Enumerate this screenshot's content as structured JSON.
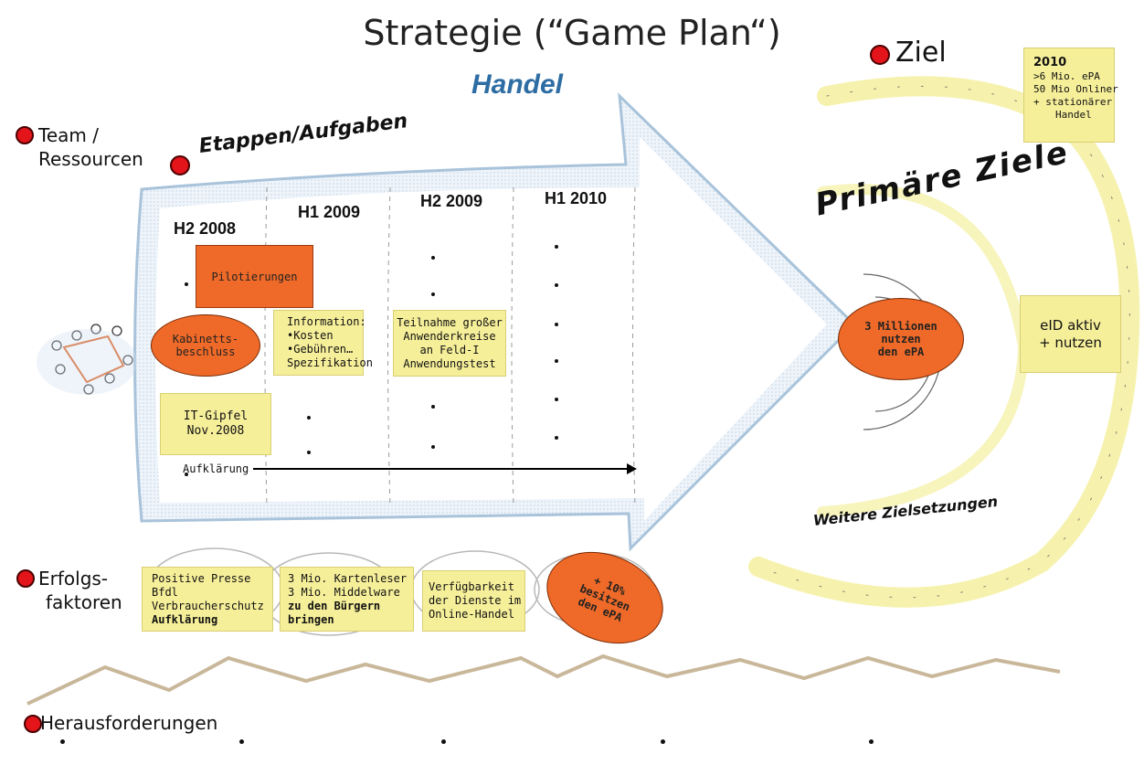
{
  "title": "Strategie (“Game Plan“)",
  "subtitle": "Handel",
  "left_labels": {
    "team": [
      "Team /",
      "Ressourcen"
    ],
    "erfolg": [
      "Erfolgs-",
      "faktoren"
    ],
    "heraus": "Herausforderungen"
  },
  "etappen": "Etappen/Aufgaben",
  "ziel": {
    "label": "Ziel",
    "primary": "Primäre Ziele",
    "weitere": "Weitere Zielsetzungen"
  },
  "stages": [
    "H2 2008",
    "H1 2009",
    "H2 2009",
    "H1 2010"
  ],
  "items": {
    "pilotierungen": "Pilotierungen",
    "kabinett": [
      "Kabinetts-",
      "beschluss"
    ],
    "information": [
      "Information:",
      "•Kosten",
      "•Gebühren…",
      "Spezifikation"
    ],
    "teilnahme": [
      "Teilnahme großer",
      "Anwenderkreise",
      "an Feld-I",
      "Anwendungstest"
    ],
    "itgipfel": [
      "IT-Gipfel",
      "Nov.2008"
    ],
    "aufklaerung": "Aufklärung"
  },
  "target_center": [
    "3 Millionen",
    "nutzen",
    "den ePA"
  ],
  "goal_2010": {
    "year": "2010",
    "lines": [
      ">6 Mio. ePA",
      "50 Mio Onliner",
      "+ stationärer",
      "Handel"
    ]
  },
  "eid": [
    "eID aktiv",
    "+ nutzen"
  ],
  "success_factors": {
    "f1": [
      "Positive Presse",
      "Bfdl",
      "Verbraucherschutz",
      "Aufklärung"
    ],
    "f2": [
      "3 Mio. Kartenleser",
      "3 Mio. Middelware",
      "zu den Bürgern",
      "bringen"
    ],
    "f3": [
      "Verfügbarkeit",
      "der Dienste im",
      "Online-Handel"
    ],
    "f4": [
      "+ 10%",
      "besitzen",
      "den ePA"
    ]
  },
  "colors": {
    "arrow_fill": "#e9f1f8",
    "note_yellow": "#f6ef9a",
    "orange": "#ef6a28",
    "red_bullet": "#e3141a",
    "title_blue": "#2e6da4"
  }
}
